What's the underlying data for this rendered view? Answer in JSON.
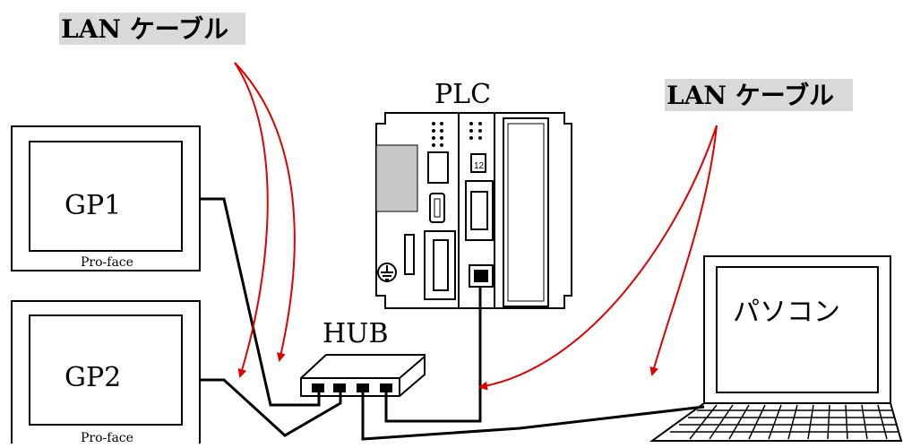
{
  "labels": {
    "lan_cable_left": "LAN ケーブル",
    "lan_cable_right": "LAN ケーブル",
    "plc": "PLC",
    "hub": "HUB",
    "gp1": "GP1",
    "gp2": "GP2",
    "gp1_brand": "Pro-face",
    "gp2_brand": "Pro-face",
    "pc": "パソコン",
    "plc_port_number": "12"
  },
  "colors": {
    "arrow": "#e00000",
    "line": "#000000",
    "label_highlight": "#d9d9d9"
  },
  "icons": [
    "ground-symbol-icon"
  ]
}
